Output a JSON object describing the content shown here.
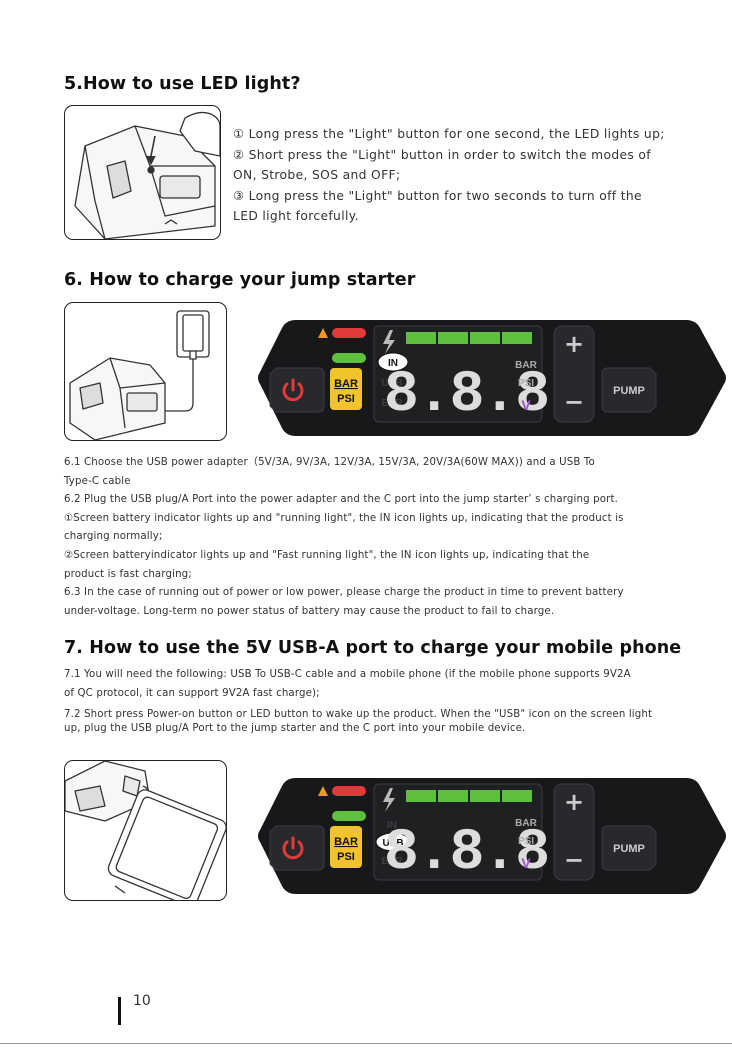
{
  "section5": {
    "title": "5.How to use LED light?",
    "lines": [
      "① Long press the \"Light\" button for one second, the LED lights up;",
      "② Short press the \"Light\" button in order to switch the modes of",
      "ON, Strobe, SOS and OFF;",
      "③ Long press the \"Light\" button for two seconds to turn off the",
      "LED light forcefully."
    ]
  },
  "section6": {
    "title": "6. How to charge your jump starter",
    "lines": [
      "6.1 Choose the USB power adapter（5V/3A, 9V/3A, 12V/3A, 15V/3A, 20V/3A(60W MAX)) and a USB To",
      "Type-C cable",
      "6.2 Plug the USB plug/A Port into the power adapter and the C port into the jump starter’ s charging port.",
      "①Screen battery indicator lights up and \"running light\", the IN icon lights up, indicating that the product is",
      "charging normally;",
      "②Screen batteryindicator lights up and \"Fast running light\", the IN icon lights up, indicating that the",
      "product is fast charging;",
      "6.3 In the case of running out of power or low power, please charge the product in time to prevent battery",
      "under-voltage. Long-term no power status of battery may cause the product to fail to charge."
    ]
  },
  "section7": {
    "title": "7. How to use the 5V USB-A port to charge your mobile phone",
    "lines": [
      "7.1 You will need the following: USB To USB-C cable and a mobile phone (if the mobile phone supports 9V2A",
      "of QC protocol, it can support 9V2A fast charge);",
      "7.2 Short press Power-on button or LED button to wake up the product. When the \"USB\" icon on the screen light",
      "up, plug the USB plug/A Port to the jump starter and the C port into your mobile device."
    ]
  },
  "panel": {
    "in": "IN",
    "usb": "USB",
    "err": "ERR",
    "bar": "BAR",
    "psi": "PSI",
    "v": "V",
    "pump": "PUMP",
    "digits": "8.8.8",
    "plus": "+",
    "minus": "−",
    "button_bar": "BAR",
    "button_psi": "PSI"
  },
  "colors": {
    "panel_bg": "#17181a",
    "green": "#5fbf3f",
    "red": "#e03a3a",
    "yellow": "#f2c42b",
    "orange": "#f39a1e"
  },
  "footer": {
    "page_number": "10"
  }
}
